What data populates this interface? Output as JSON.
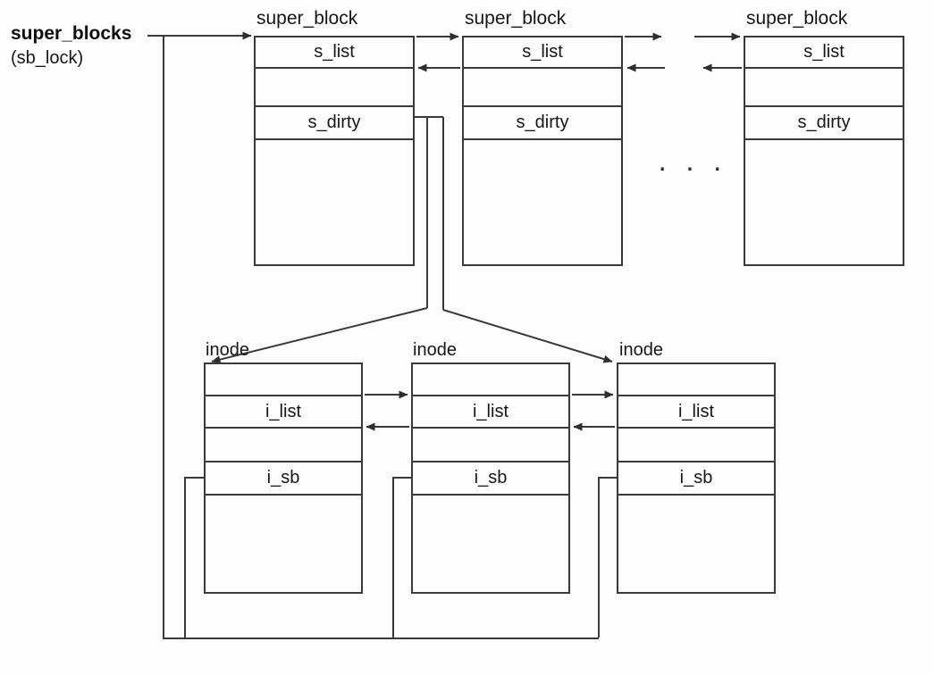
{
  "colors": {
    "line": "#3a3a3a",
    "text": "#161616",
    "background": "#fdfdfd"
  },
  "head": {
    "label": "super_blocks",
    "sublabel": "(sb_lock)"
  },
  "ellipsis": ". . .",
  "super_blocks": [
    {
      "title": "super_block",
      "s_list": "s_list",
      "s_dirty": "s_dirty"
    },
    {
      "title": "super_block",
      "s_list": "s_list",
      "s_dirty": "s_dirty"
    },
    {
      "title": "super_block",
      "s_list": "s_list",
      "s_dirty": "s_dirty"
    }
  ],
  "inodes": [
    {
      "title": "inode",
      "i_list": "i_list",
      "i_sb": "i_sb"
    },
    {
      "title": "inode",
      "i_list": "i_list",
      "i_sb": "i_sb"
    },
    {
      "title": "inode",
      "i_list": "i_list",
      "i_sb": "i_sb"
    }
  ]
}
